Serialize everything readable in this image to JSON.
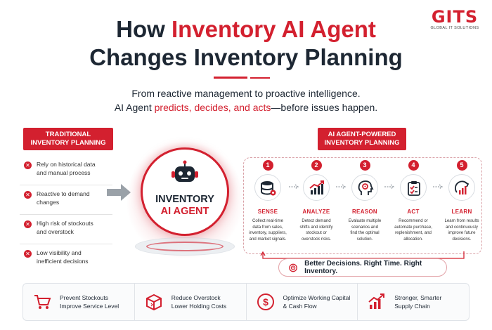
{
  "logo": {
    "mark": "GITS",
    "tagline": "GLOBAL IT SOLUTIONS"
  },
  "title": {
    "line1_prefix": "How ",
    "line1_highlight": "Inventory AI Agent",
    "line2": "Changes Inventory Planning"
  },
  "subtitle": {
    "line1": "From reactive management to proactive intelligence.",
    "line2_prefix": "AI Agent ",
    "line2_highlight": "predicts, decides, and acts",
    "line2_suffix": "—before issues happen."
  },
  "traditional": {
    "heading_l1": "TRADITIONAL",
    "heading_l2": "INVENTORY PLANNING",
    "items": [
      {
        "l1": "Rely on historical data",
        "l2": "and manual process"
      },
      {
        "l1": "Reactive to demand",
        "l2": "changes"
      },
      {
        "l1": "High risk of stockouts",
        "l2": "and overstock"
      },
      {
        "l1": "Low visibility and",
        "l2": "inefficient decisions"
      }
    ]
  },
  "hub": {
    "line1": "INVENTORY",
    "line2": "AI AGENT"
  },
  "ai_powered": {
    "heading_l1": "AI AGENT-POWERED",
    "heading_l2": "INVENTORY PLANNING"
  },
  "steps": [
    {
      "num": "1",
      "title": "SENSE",
      "icon": "database-gear-icon",
      "d1": "Collect real-time",
      "d2": "data from sales,",
      "d3": "inventory, suppliers,",
      "d4": "and market signals."
    },
    {
      "num": "2",
      "title": "ANALYZE",
      "icon": "trend-chart-icon",
      "d1": "Detect demand",
      "d2": "shifts and identify",
      "d3": "stockout or",
      "d4": "overstock risks."
    },
    {
      "num": "3",
      "title": "REASON",
      "icon": "brain-head-icon",
      "d1": "Evaluate multiple",
      "d2": "scenarios and",
      "d3": "find the optimal",
      "d4": "solution."
    },
    {
      "num": "4",
      "title": "ACT",
      "icon": "clipboard-check-icon",
      "d1": "Recommend or",
      "d2": "automate purchase,",
      "d3": "replenishment, and",
      "d4": "allocation."
    },
    {
      "num": "5",
      "title": "LEARN",
      "icon": "learning-chart-icon",
      "d1": "Learn from results",
      "d2": "and continuously",
      "d3": "improve future",
      "d4": "decisions."
    }
  ],
  "outcome": "Better Decisions. Right Time. Right Inventory.",
  "benefits": [
    {
      "icon": "cart-icon",
      "l1": "Prevent Stockouts",
      "l2": "Improve Service Level"
    },
    {
      "icon": "box-icon",
      "l1": "Reduce Overstock",
      "l2": "Lower Holding Costs"
    },
    {
      "icon": "dollar-icon",
      "l1": "Optimize Working Capital",
      "l2": "& Cash Flow"
    },
    {
      "icon": "growth-chart-icon",
      "l1": "Stronger, Smarter",
      "l2": "Supply Chain"
    }
  ],
  "colors": {
    "accent": "#d3202f",
    "dark": "#1d2733"
  }
}
